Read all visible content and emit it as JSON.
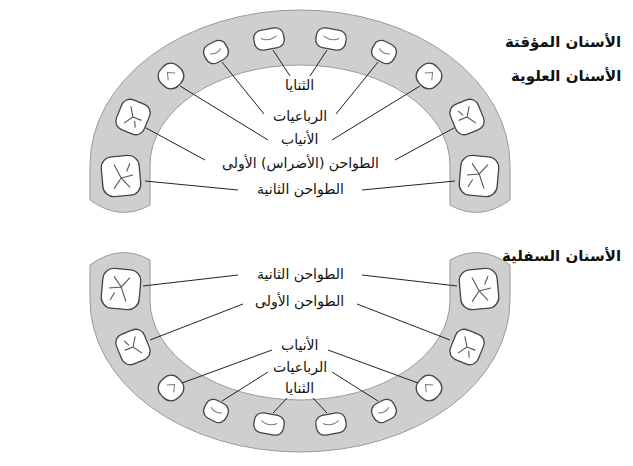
{
  "diagram": {
    "title": "الأسنان المؤقتة",
    "labels": [
      "الأسنان العلوية",
      "الثنايا",
      "الرباعيات",
      "الأنياب",
      "الطواحن (الأضراس) الأولى",
      "الطواحن الثانية",
      "الأسنان السفلية",
      "الطواحن الثانية",
      "الطواحن الأولى",
      "الأنياب",
      "الرباعيات",
      "الثنايا"
    ]
  }
}
